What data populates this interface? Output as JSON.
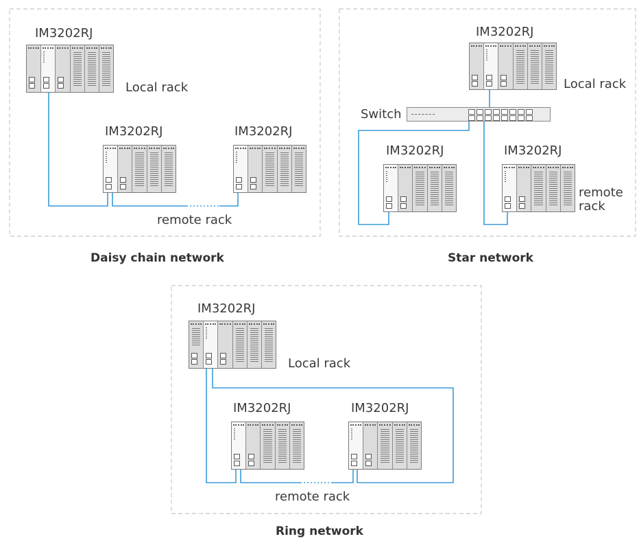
{
  "diagram": {
    "daisy_chain": {
      "caption": "Daisy chain network",
      "local_module_label": "IM3202RJ",
      "local_rack_label": "Local rack",
      "remote_module_label_1": "IM3202RJ",
      "remote_module_label_2": "IM3202RJ",
      "remote_rack_label": "remote rack"
    },
    "star": {
      "caption": "Star network",
      "local_module_label": "IM3202RJ",
      "local_rack_label": "Local rack",
      "switch_label": "Switch",
      "remote_module_label_1": "IM3202RJ",
      "remote_module_label_2": "IM3202RJ",
      "remote_rack_label": "remote\nrack"
    },
    "ring": {
      "caption": "Ring network",
      "local_module_label": "IM3202RJ",
      "local_rack_label": "Local rack",
      "remote_module_label_1": "IM3202RJ",
      "remote_module_label_2": "IM3202RJ",
      "remote_rack_label": "remote rack"
    }
  },
  "colors": {
    "wire": "#3a9ad9",
    "box_border": "#c8c8c8"
  }
}
